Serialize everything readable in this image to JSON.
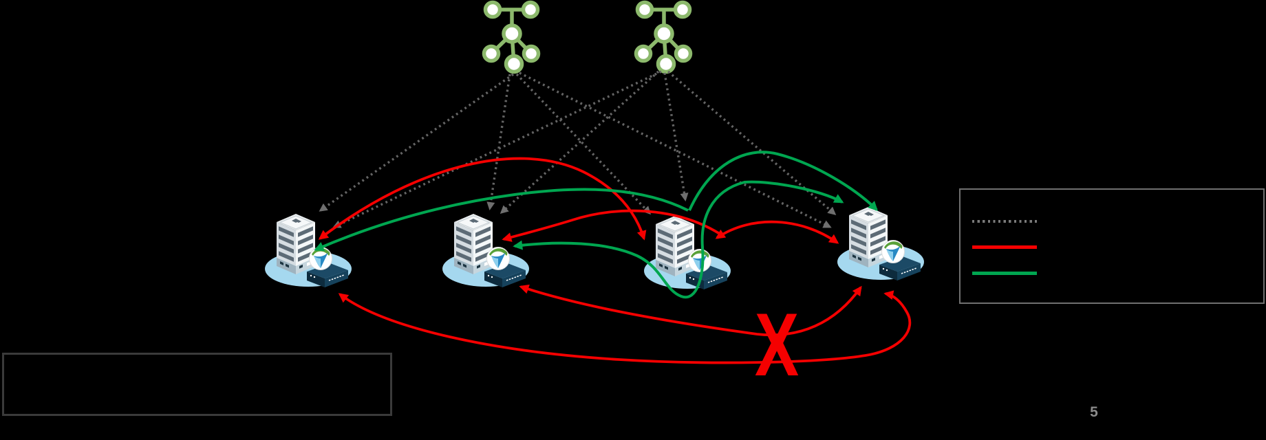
{
  "slide": {
    "page_number": "5",
    "x_mark_glyph": "X",
    "background_color": "#000000"
  },
  "colors": {
    "dotted_arrow_gray": "#646464",
    "arrowhead_gray": "#6f6f6f",
    "red_arrow": "#f50000",
    "green_arrow": "#00a650",
    "tree_green": "#8cb96c",
    "platform_ellipse_blue": "#a5d8ef",
    "appliance_navy": "#0d2b3d",
    "building_face_light": "#f4f7f8",
    "building_face_shade": "#d6dde2",
    "building_slat_gray": "#5d6b76",
    "logo_green": "#59a138",
    "logo_blue": "#2789c4",
    "legend_border_gray": "#707070",
    "note_box_border_gray": "#3a3a3a",
    "page_number_gray": "#8b8b8b",
    "x_mark_red": "#f50000"
  },
  "icons": {
    "tree": "multicast-source-tree-icon",
    "host": "esxi-host-cluster-icon",
    "logo": "vsphere-logo-icon",
    "platform": "platform-ellipse",
    "appliance": "network-appliance-icon"
  },
  "legend": {
    "items": [
      {
        "swatch_style": "gray-dotted-line",
        "swatch_color": "#7a7a7a",
        "label": ""
      },
      {
        "swatch_style": "red-solid-line",
        "swatch_color": "#f50000",
        "label": ""
      },
      {
        "swatch_style": "green-solid-line",
        "swatch_color": "#00a650",
        "label": ""
      }
    ]
  },
  "note_box": {
    "text": ""
  },
  "counts": {
    "source_trees": 2,
    "host_clusters": 4,
    "dotted_control_arrows": 8,
    "red_data_arrows": 5,
    "green_data_arrows": 3
  }
}
